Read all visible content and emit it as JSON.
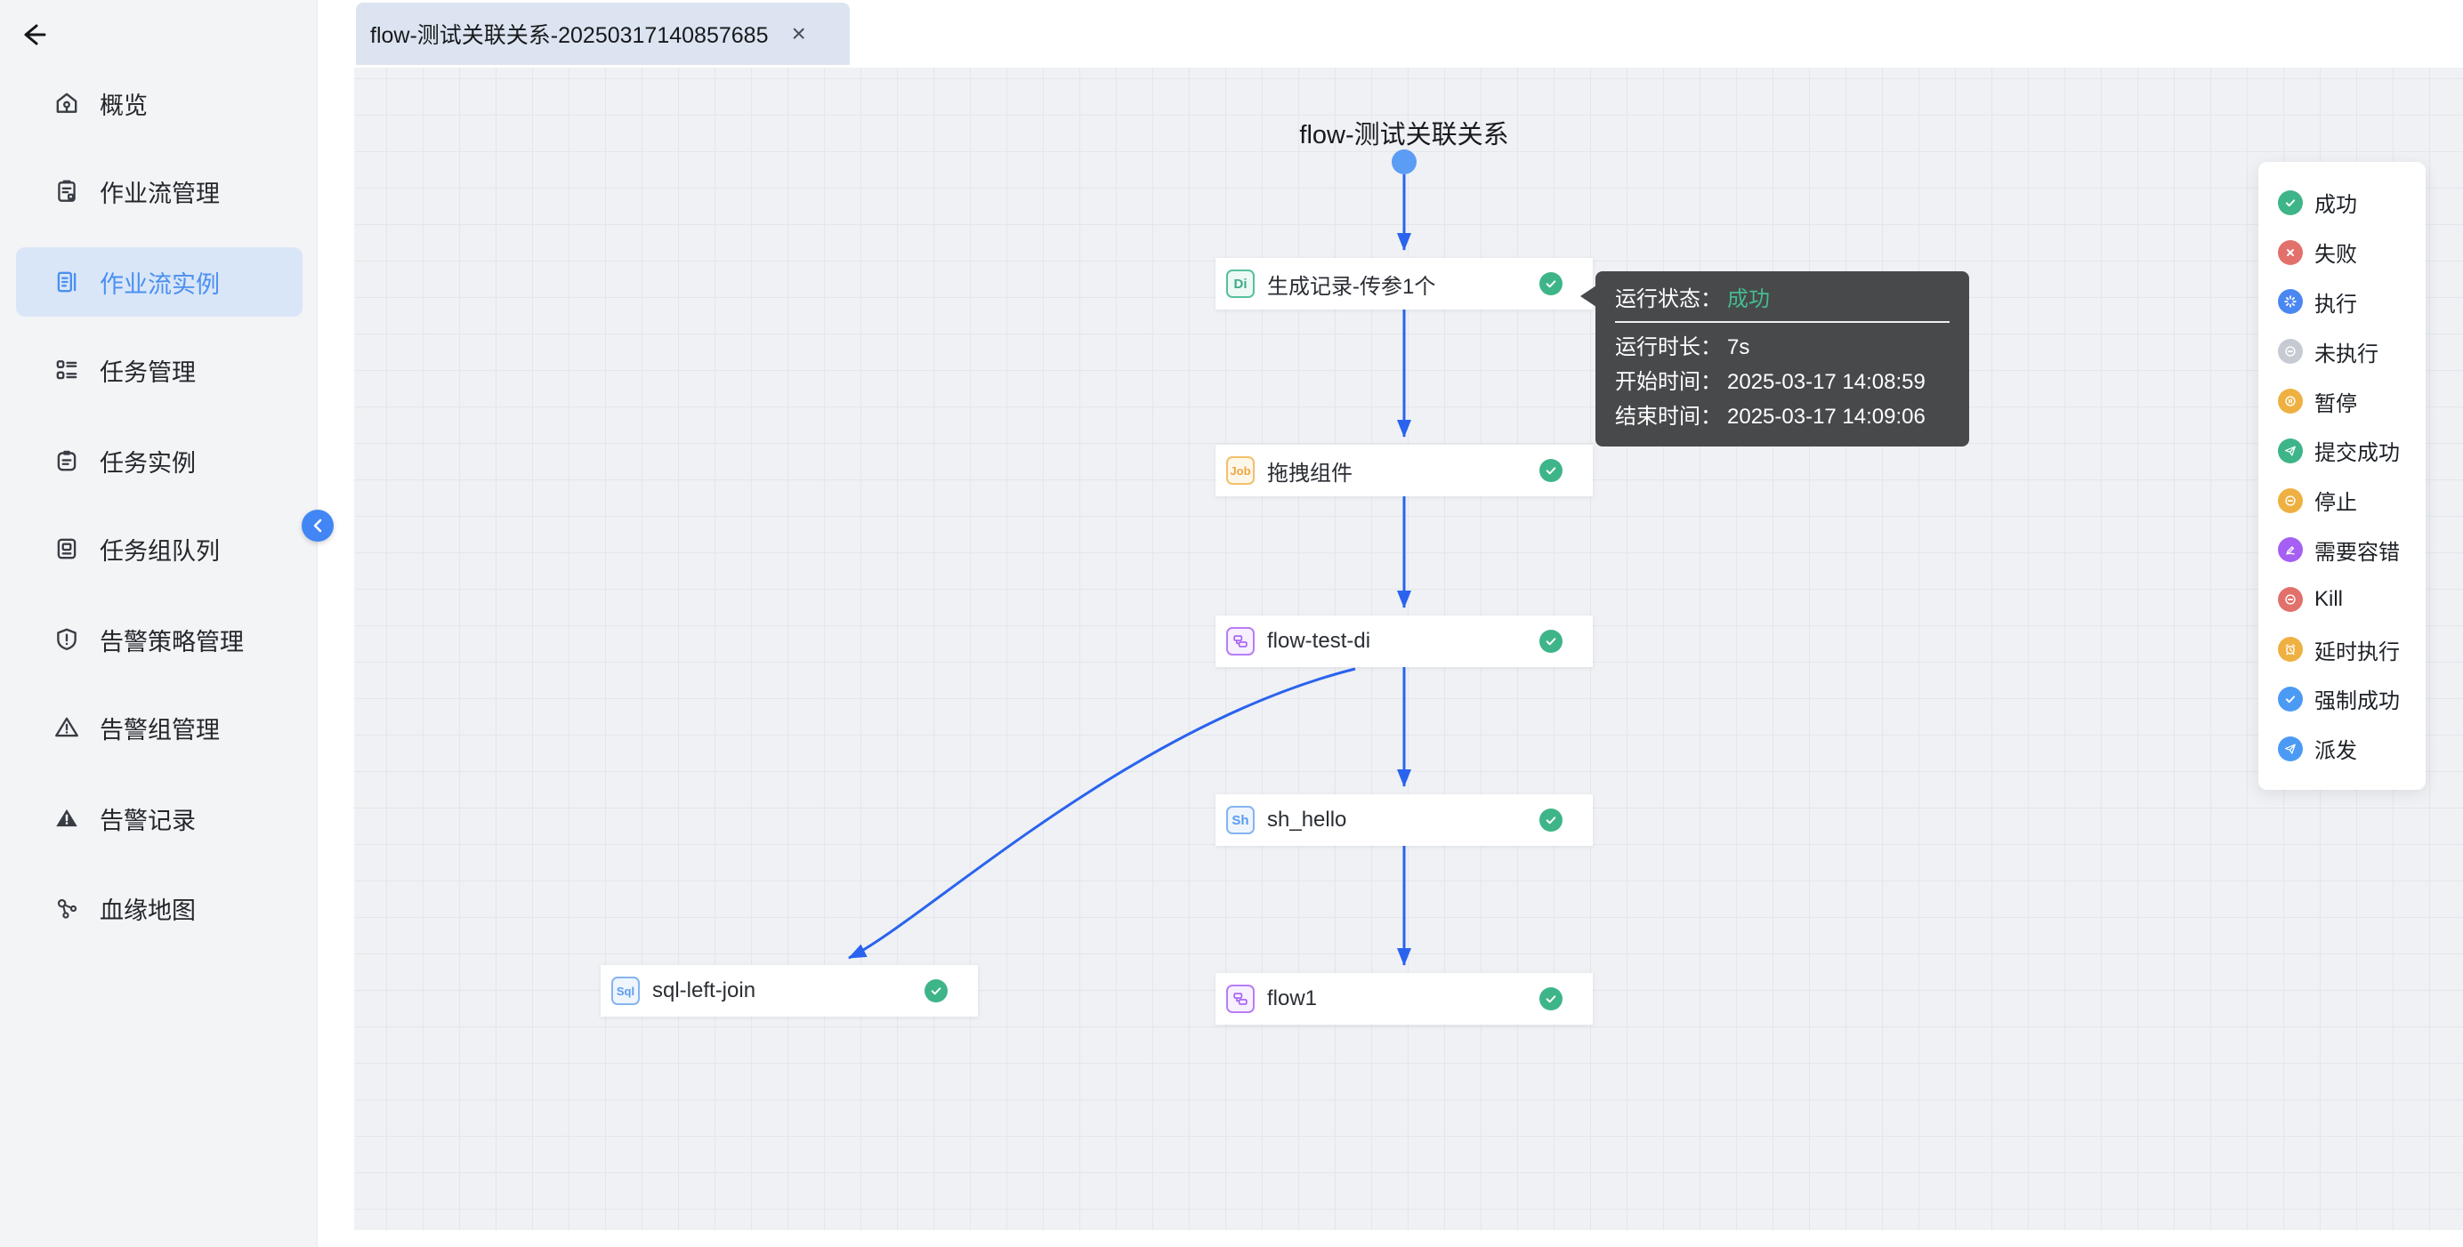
{
  "sidebar": {
    "items": [
      {
        "label": "概览",
        "icon": "home-icon"
      },
      {
        "label": "作业流管理",
        "icon": "workflow-manage-icon"
      },
      {
        "label": "作业流实例",
        "icon": "workflow-instance-icon",
        "active": true
      },
      {
        "label": "任务管理",
        "icon": "task-manage-icon"
      },
      {
        "label": "任务实例",
        "icon": "task-instance-icon"
      },
      {
        "label": "任务组队列",
        "icon": "task-group-queue-icon"
      },
      {
        "label": "告警策略管理",
        "icon": "alert-policy-icon"
      },
      {
        "label": "告警组管理",
        "icon": "alert-group-icon"
      },
      {
        "label": "告警记录",
        "icon": "alert-record-icon"
      },
      {
        "label": "血缘地图",
        "icon": "lineage-map-icon"
      }
    ]
  },
  "tab": {
    "title": "flow-测试关联关系-20250317140857685",
    "close": "×"
  },
  "canvas": {
    "flow_title": "flow-测试关联关系",
    "nodes": [
      {
        "badge": "Di",
        "label": "生成记录-传参1个",
        "status": "成功"
      },
      {
        "badge": "Job",
        "label": "拖拽组件",
        "status": "成功"
      },
      {
        "badge": "subflow-icon",
        "label": "flow-test-di",
        "status": "成功"
      },
      {
        "badge": "Sh",
        "label": "sh_hello",
        "status": "成功"
      },
      {
        "badge": "subflow-icon",
        "label": "flow1",
        "status": "成功"
      },
      {
        "badge": "Sql",
        "label": "sql-left-join",
        "status": "成功"
      }
    ]
  },
  "tooltip": {
    "status_label": "运行状态：",
    "status_value": "成功",
    "rows": [
      {
        "label": "运行时长：",
        "value": "7s"
      },
      {
        "label": "开始时间：",
        "value": "2025-03-17 14:08:59"
      },
      {
        "label": "结束时间：",
        "value": "2025-03-17 14:09:06"
      }
    ]
  },
  "legend": {
    "items": [
      {
        "label": "成功",
        "icon": "success-icon",
        "color": "#3eb588"
      },
      {
        "label": "失败",
        "icon": "failure-icon",
        "color": "#e2706b"
      },
      {
        "label": "执行",
        "icon": "running-icon",
        "color": "#4b87f2"
      },
      {
        "label": "未执行",
        "icon": "not-run-icon",
        "color": "#c6cad2"
      },
      {
        "label": "暂停",
        "icon": "pause-icon",
        "color": "#efb042"
      },
      {
        "label": "提交成功",
        "icon": "submit-success-icon",
        "color": "#3eb588"
      },
      {
        "label": "停止",
        "icon": "stop-icon",
        "color": "#efb042"
      },
      {
        "label": "需要容错",
        "icon": "fault-tolerance-icon",
        "color": "#a55ff2"
      },
      {
        "label": "Kill",
        "icon": "kill-icon",
        "color": "#e2706b"
      },
      {
        "label": "延时执行",
        "icon": "delay-run-icon",
        "color": "#efb042"
      },
      {
        "label": "强制成功",
        "icon": "forced-success-icon",
        "color": "#4b9bf5"
      },
      {
        "label": "派发",
        "icon": "dispatch-icon",
        "color": "#4b9bf5"
      }
    ]
  },
  "colors": {
    "accent": "#4a90f0",
    "edge": "#2a63ee",
    "start_dot": "#5b9cf4",
    "success": "#3eb588",
    "tooltip_bg": "#48494b",
    "tab_bg": "#dbe4f0",
    "sidebar_bg": "#f3f4f6",
    "sidebar_active_bg": "#d9e6f8",
    "canvas_bg": "#eff1f4",
    "grid_line": "#e3e6ea"
  }
}
